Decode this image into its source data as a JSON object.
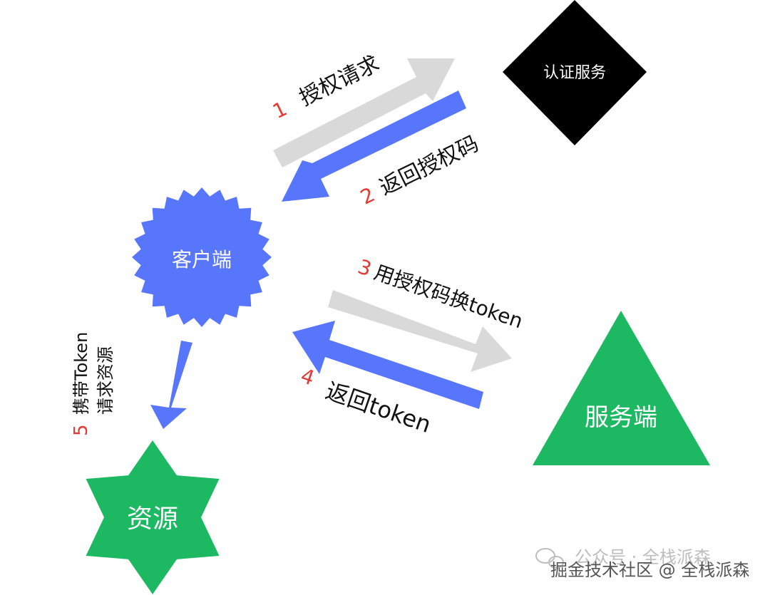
{
  "colors": {
    "blue": "#5876fc",
    "gray": "#d9d9d9",
    "green": "#1db962",
    "black": "#000000",
    "step_red": "#e53935"
  },
  "nodes": {
    "auth_service": "认证服务",
    "client": "客户端",
    "server": "服务端",
    "resource": "资源"
  },
  "flows": {
    "step1": {
      "num": "1",
      "label": "授权请求"
    },
    "step2": {
      "num": "2",
      "label": "返回授权码"
    },
    "step3": {
      "num": "3",
      "label": "用授权码换token"
    },
    "step4": {
      "num": "4",
      "label": "返回token"
    },
    "step5": {
      "num": "5",
      "line1": "携带Token",
      "line2": "请求资源"
    }
  },
  "watermark": {
    "back_text": "公众号 · 全栈派森",
    "front_text": "掘金技术社区 @ 全栈派森"
  }
}
